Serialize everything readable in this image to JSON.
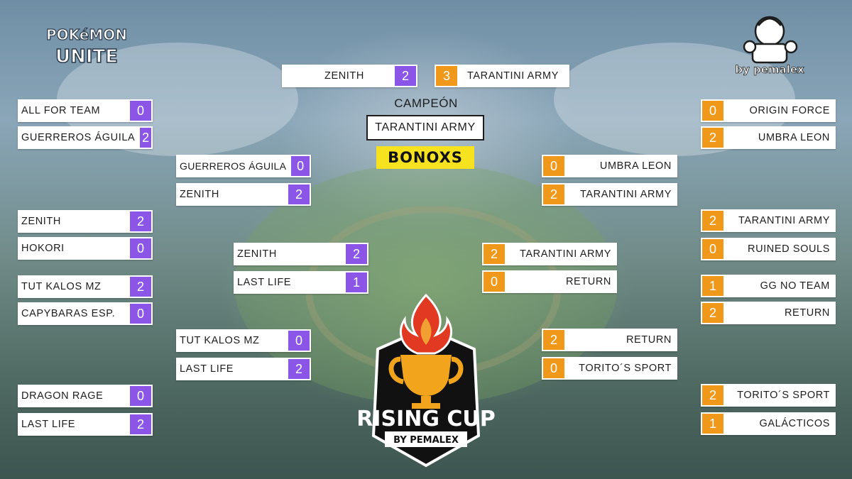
{
  "logos": {
    "pokemon_top": "POKéMON",
    "pokemon_bottom": "UNITE",
    "by_pemalex": "by pemalex",
    "cup_title": "RISING CUP",
    "cup_sub": "BY PEMALEX"
  },
  "final": {
    "left": {
      "name": "ZENITH",
      "score": "2"
    },
    "right": {
      "name": "TARANTINI ARMY",
      "score": "3"
    }
  },
  "champion_label": "CAMPEÓN",
  "champion_name": "TARANTINI ARMY",
  "sponsor": "BONOXS",
  "left_r1": [
    {
      "name": "ALL FOR TEAM",
      "score": "0"
    },
    {
      "name": "GUERREROS ÁGUILA",
      "score": "2"
    },
    {
      "name": "ZENITH",
      "score": "2"
    },
    {
      "name": "HOKORI",
      "score": "0"
    },
    {
      "name": "TUT KALOS MZ",
      "score": "2"
    },
    {
      "name": "CAPYBARAS ESP.",
      "score": "0"
    },
    {
      "name": "DRAGON RAGE",
      "score": "0"
    },
    {
      "name": "LAST LIFE",
      "score": "2"
    }
  ],
  "left_r2": [
    {
      "name": "GUERREROS ÁGUILA",
      "score": "0"
    },
    {
      "name": "ZENITH",
      "score": "2"
    },
    {
      "name": "TUT KALOS MZ",
      "score": "0"
    },
    {
      "name": "LAST LIFE",
      "score": "2"
    }
  ],
  "left_r3": [
    {
      "name": "ZENITH",
      "score": "2"
    },
    {
      "name": "LAST LIFE",
      "score": "1"
    }
  ],
  "right_r1": [
    {
      "name": "ORIGIN FORCE",
      "score": "0"
    },
    {
      "name": "UMBRA LEON",
      "score": "2"
    },
    {
      "name": "TARANTINI ARMY",
      "score": "2"
    },
    {
      "name": "RUINED SOULS",
      "score": "0"
    },
    {
      "name": "GG NO TEAM",
      "score": "1"
    },
    {
      "name": "RETURN",
      "score": "2"
    },
    {
      "name": "TORITO´S SPORT",
      "score": "2"
    },
    {
      "name": "GALÁCTICOS",
      "score": "1"
    }
  ],
  "right_r2": [
    {
      "name": "UMBRA LEON",
      "score": "0"
    },
    {
      "name": "TARANTINI ARMY",
      "score": "2"
    },
    {
      "name": "RETURN",
      "score": "2"
    },
    {
      "name": "TORITO´S SPORT",
      "score": "0"
    }
  ],
  "right_r3": [
    {
      "name": "TARANTINI ARMY",
      "score": "2"
    },
    {
      "name": "RETURN",
      "score": "0"
    }
  ],
  "colors": {
    "left_score": "#8b55e8",
    "right_score": "#f0981a",
    "sponsor_bg": "#f6e21e"
  }
}
